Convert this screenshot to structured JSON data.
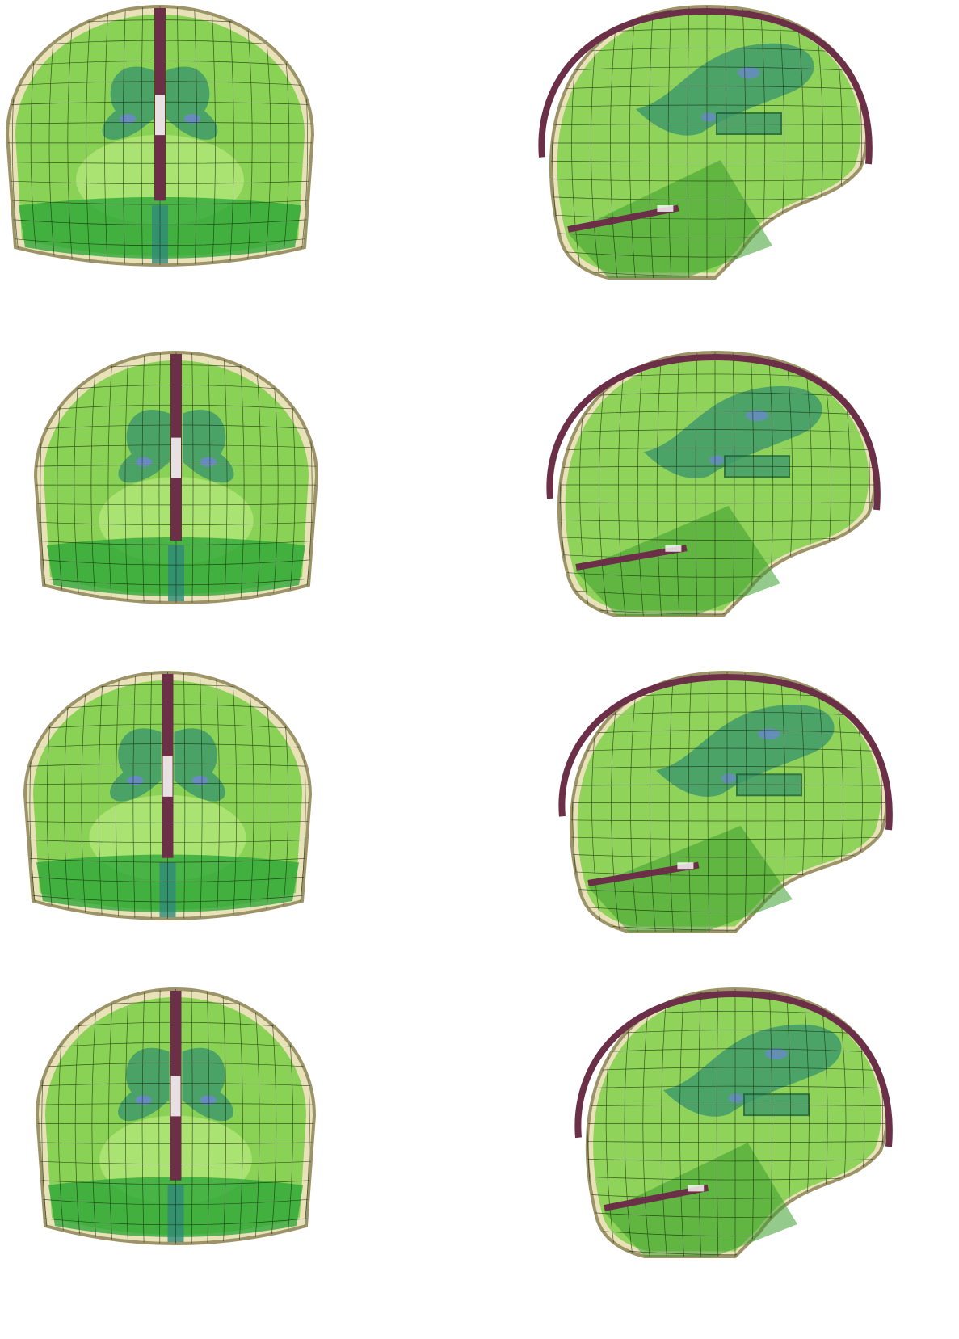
{
  "figure": {
    "views": [
      {
        "kind": "coronal",
        "row": 1
      },
      {
        "kind": "sagittal",
        "row": 1
      },
      {
        "kind": "coronal",
        "row": 2
      },
      {
        "kind": "sagittal",
        "row": 2
      },
      {
        "kind": "coronal",
        "row": 3
      },
      {
        "kind": "sagittal",
        "row": 3
      },
      {
        "kind": "coronal",
        "row": 4
      },
      {
        "kind": "sagittal",
        "row": 4
      }
    ],
    "colors": {
      "skull": "#e9e2b8",
      "skull_edge": "#9c9468",
      "brain": "#7fd04a",
      "brain_dark": "#3d9e2c",
      "cerebellum": "#2fa83a",
      "ventricle": "#3f9a6a",
      "ventricle_spot": "#6f86d6",
      "falx": "#6b3048",
      "mesh": "#1a2a10",
      "highlight": "#ffffff"
    }
  }
}
